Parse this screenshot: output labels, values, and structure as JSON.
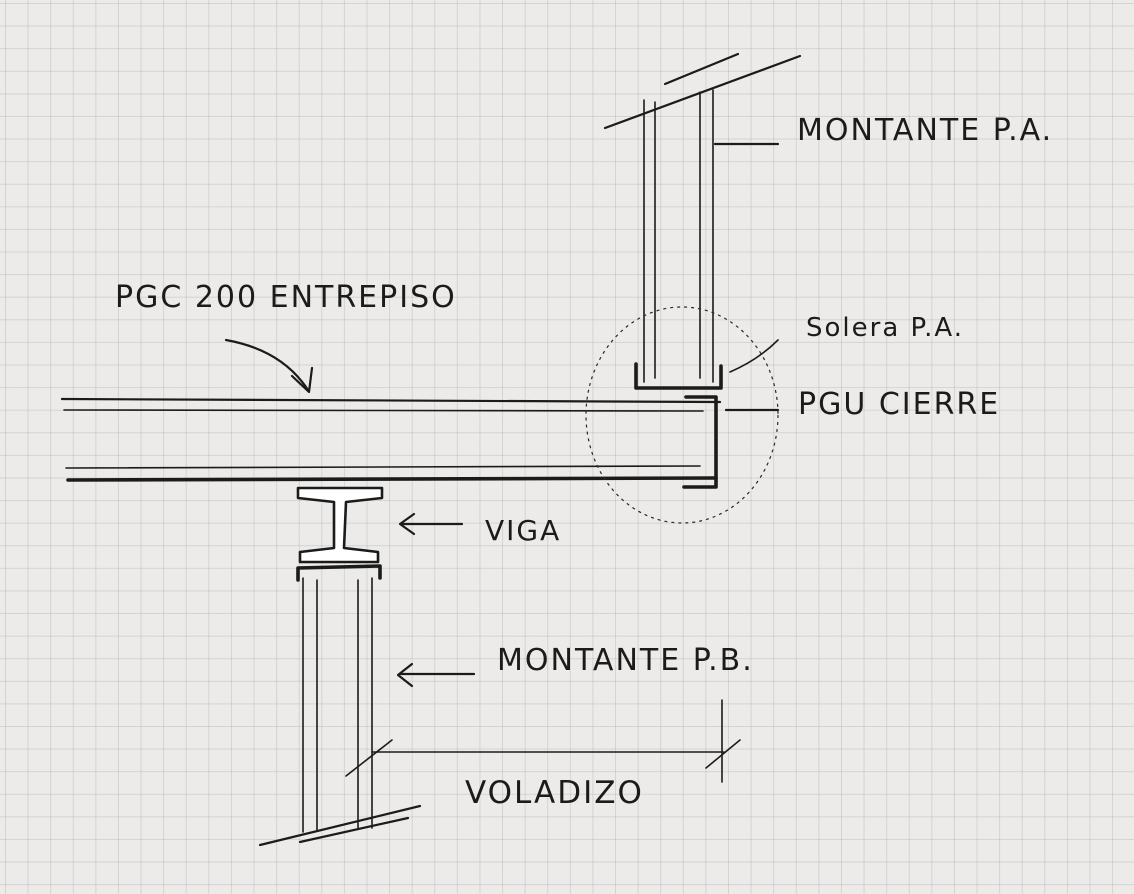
{
  "labels": {
    "montante_pa": "MONTANTE P.A.",
    "pgc_entrepiso": "PGC 200 ENTREPISO",
    "solera_pa": "Solera P.A.",
    "pgu_cierre": "PGU CIERRE",
    "viga": "VIGA",
    "montante_pb": "MONTANTE P.B.",
    "voladizo": "VOLADIZO"
  },
  "colors": {
    "ink": "#1b1b1b",
    "paper": "#ecebe9",
    "grid": "#a8a8a8"
  }
}
